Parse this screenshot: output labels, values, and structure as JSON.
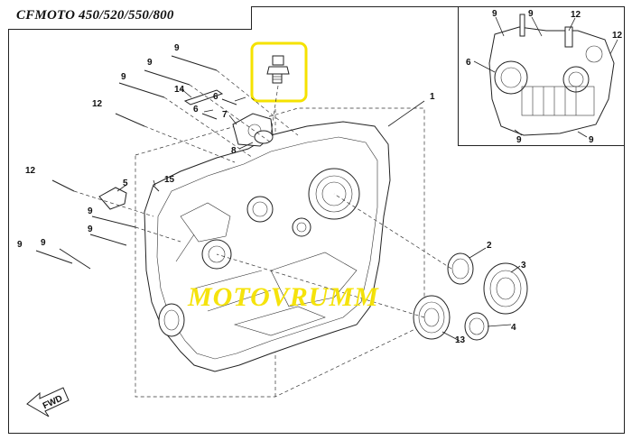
{
  "title": "CFMOTO 450/520/550/800",
  "watermark": "MOTOVRUMM",
  "fwd_label": "FWD",
  "callouts": {
    "c1": "1",
    "c2": "2",
    "c3": "3",
    "c4": "4",
    "c5": "5",
    "c6a": "6",
    "c6b": "6",
    "c7": "7",
    "c8": "8",
    "c9a": "9",
    "c9b": "9",
    "c9c": "9",
    "c9d": "9",
    "c9e": "9",
    "c9f": "9",
    "c9g": "9",
    "c12a": "12",
    "c12b": "12",
    "c13": "13",
    "c14": "14",
    "c15": "15"
  },
  "inset_callouts": {
    "i9a": "9",
    "i9b": "9",
    "i12a": "12",
    "i12b": "12",
    "i6": "6",
    "i9c": "9",
    "i9d": "9"
  },
  "colors": {
    "highlight": "#f5e200",
    "watermark": "#f5e200",
    "line": "#222222"
  }
}
